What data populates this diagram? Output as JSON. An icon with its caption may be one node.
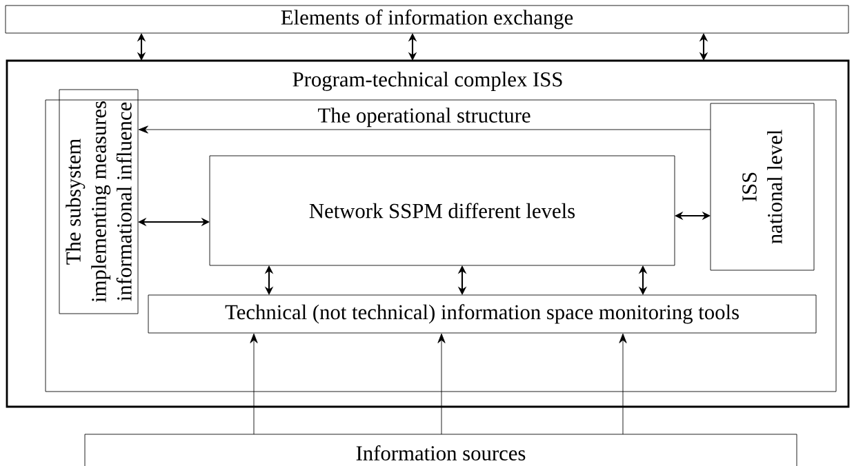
{
  "diagram": {
    "nodes": [
      {
        "text": [
          "Elements of information exchange"
        ]
      },
      {
        "text": [
          "Program-technical complex ISS"
        ]
      },
      {
        "text": [],
        "shape": "box",
        "in": 1
      },
      {
        "text": [
          "The subsystem implementing measures informational influence"
        ],
        "in": 2
      },
      {
        "text": [
          "Network SSPM different levels"
        ],
        "in": 2
      },
      {
        "text": [
          "ISS",
          "national level"
        ],
        "in": 2
      },
      {
        "text": [
          "Technical (not technical) information space monitoring tools"
        ],
        "in": 2
      },
      {
        "text": [
          "Information sources"
        ]
      }
    ],
    "edges": [
      {
        "from": 0,
        "to": 1,
        "arrow": "both"
      },
      {
        "from": 0,
        "to": 1,
        "arrow": "both"
      },
      {
        "from": 0,
        "to": 1,
        "arrow": "both"
      },
      {
        "from": 5,
        "to": 3,
        "arrow": "to",
        "label": "The operational structure"
      },
      {
        "from": 3,
        "to": 4,
        "arrow": "both"
      },
      {
        "from": 4,
        "to": 5,
        "arrow": "both"
      },
      {
        "from": 4,
        "to": 6,
        "arrow": "both"
      },
      {
        "from": 4,
        "to": 6,
        "arrow": "both"
      },
      {
        "from": 4,
        "to": 6,
        "arrow": "both"
      },
      {
        "from": 7,
        "to": 6,
        "arrow": "to"
      },
      {
        "from": 7,
        "to": 6,
        "arrow": "to"
      },
      {
        "from": 7,
        "to": 6,
        "arrow": "to"
      }
    ]
  }
}
